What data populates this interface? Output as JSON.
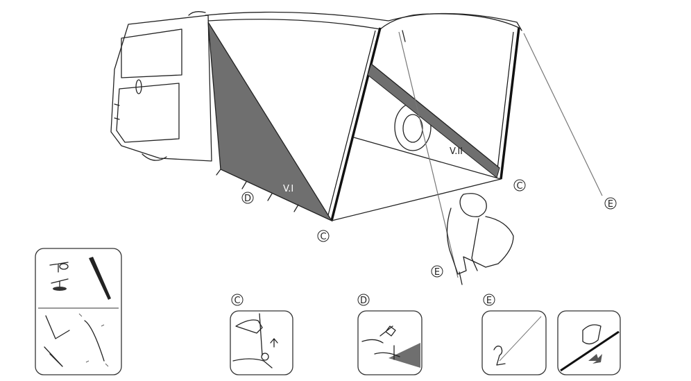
{
  "labels": {
    "c_left": "C",
    "c_right": "C",
    "d_main": "D",
    "e_right": "E",
    "e_person": "E",
    "v1": "V.I",
    "v2": "V.II",
    "detail_c": "C",
    "detail_d": "D",
    "detail_e": "E"
  },
  "colors": {
    "wall_dark": "#6f6f6f",
    "stroke": "#222222",
    "line_gray": "#777777",
    "peg_gray": "#9a9a9a"
  }
}
